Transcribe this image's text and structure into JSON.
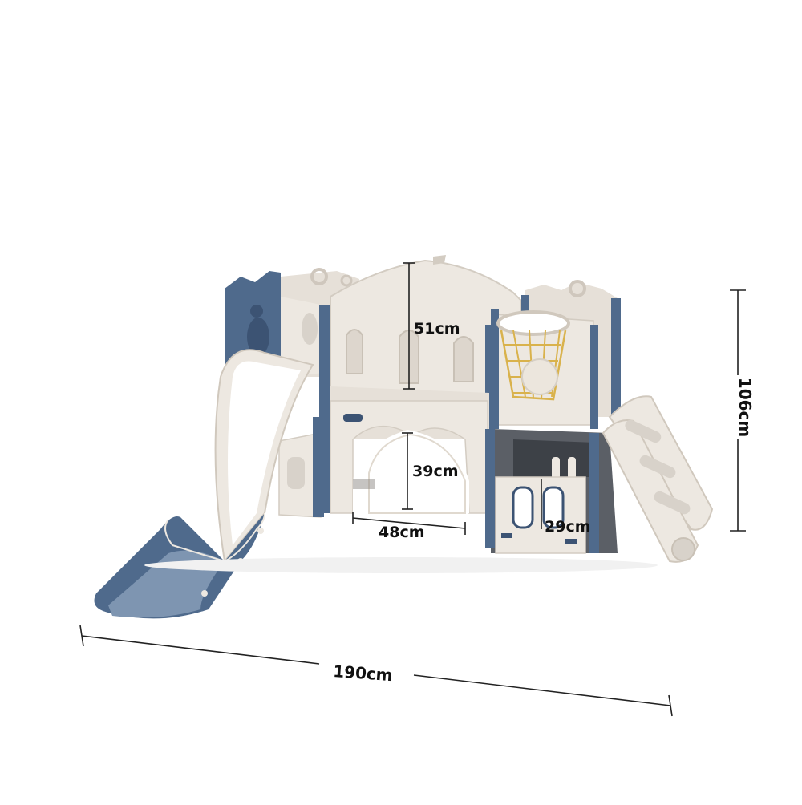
{
  "dimensions": {
    "width_total": "190cm",
    "height_total": "106cm",
    "castle_wall_height": "51cm",
    "tunnel_height": "39cm",
    "tunnel_width": "48cm",
    "step_depth": "29cm"
  },
  "colors": {
    "body": "#ede8e1",
    "body_shadow": "#d8d2ca",
    "trim_blue": "#4f6a8c",
    "trim_blue_dark": "#3c5373",
    "slide_blue": "#7e95b1",
    "hoop_gold": "#d9b24c",
    "line": "#222222"
  }
}
